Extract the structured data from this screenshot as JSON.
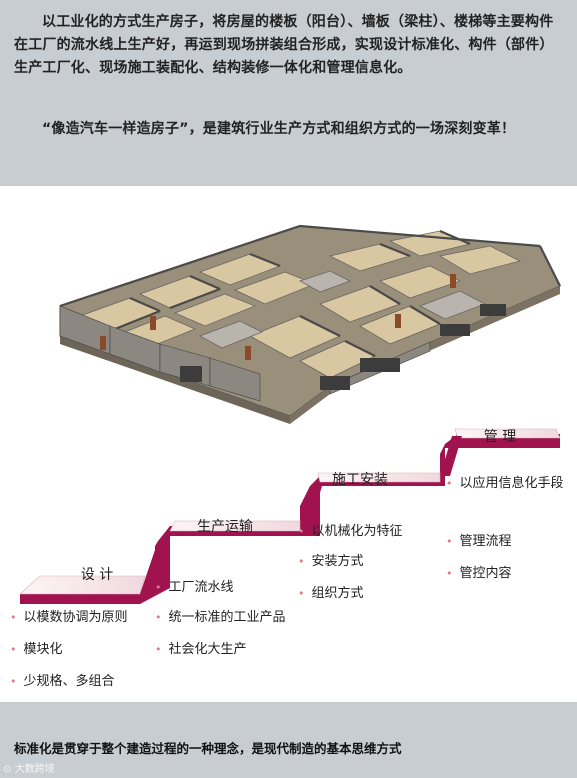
{
  "intro": {
    "paragraph1": "以工业化的方式生产房子，将房屋的楼板（阳台）、墙板（梁柱）、楼梯等主要构件在工厂的流水线上生产好，再运到现场拼装组合形成，实现设计标准化、构件（部件）生产工厂化、现场施工装配化、结构装修一体化和管理信息化。",
    "paragraph2": "“像造汽车一样造房子”，是建筑行业生产方式和组织方式的一场深刻变革！"
  },
  "stages": [
    {
      "label": "设 计",
      "items": [
        "以模数协调为原则",
        "模块化",
        "少规格、多组合"
      ]
    },
    {
      "label": "生产运输",
      "items": [
        "工厂流水线",
        "统一标准的工业产品",
        "社会化大生产"
      ]
    },
    {
      "label": "施工安装",
      "items": [
        "以机械化为特征",
        "安装方式",
        "组织方式"
      ]
    },
    {
      "label": "管 理",
      "items": [
        "以应用信息化手段",
        "管理流程",
        "管控内容"
      ]
    }
  ],
  "summary": "标准化是贯穿于整个建造过程的一种理念，是现代制造的基本思维方式",
  "watermark": "大数跨境",
  "colors": {
    "band": "#c8cdd1",
    "stair_dark": "#a0134f",
    "stair_light": "#f3e5ea",
    "bullet": "#e07a86"
  }
}
